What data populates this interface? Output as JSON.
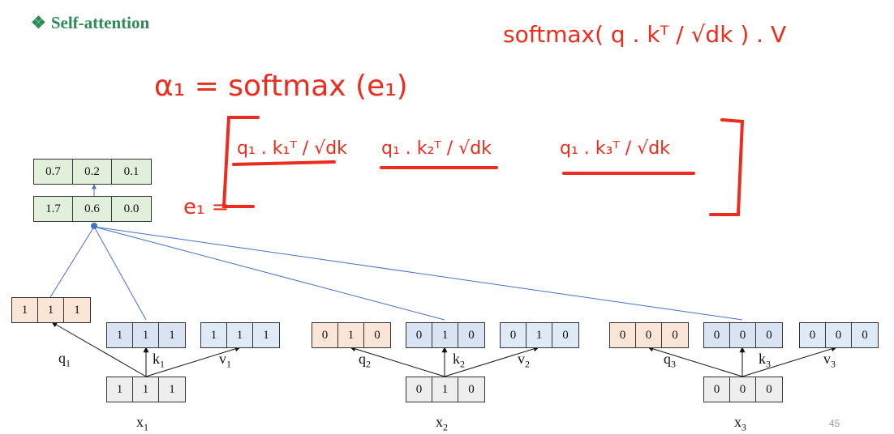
{
  "slide": {
    "title": "Self-attention",
    "bullet_icon": "diamond-bullet-icon",
    "title_color": "#2e8b57",
    "slide_number": "45"
  },
  "colors": {
    "query": "#fbe5d6",
    "key": "#dae3f3",
    "value": "#deebf7",
    "input": "#eeeeee",
    "score": "#e2efda",
    "annotation": "#ea2d1e",
    "connector": "#4472c4"
  },
  "scores": {
    "softmax_values": [
      "0.7",
      "0.2",
      "0.1"
    ],
    "raw_values": [
      "1.7",
      "0.6",
      "0.0"
    ]
  },
  "tokens": [
    {
      "x_label": "x",
      "x_sub": "1",
      "x": [
        "1",
        "1",
        "1"
      ],
      "q": [
        "1",
        "1",
        "1"
      ],
      "q_label": "q",
      "q_sub": "1",
      "k": [
        "1",
        "1",
        "1"
      ],
      "k_label": "k",
      "k_sub": "1",
      "v": [
        "1",
        "1",
        "1"
      ],
      "v_label": "v",
      "v_sub": "1"
    },
    {
      "x_label": "x",
      "x_sub": "2",
      "x": [
        "0",
        "1",
        "0"
      ],
      "q": [
        "0",
        "1",
        "0"
      ],
      "q_label": "q",
      "q_sub": "2",
      "k": [
        "0",
        "1",
        "0"
      ],
      "k_label": "k",
      "k_sub": "2",
      "v": [
        "0",
        "1",
        "0"
      ],
      "v_label": "v",
      "v_sub": "2"
    },
    {
      "x_label": "x",
      "x_sub": "3",
      "x": [
        "0",
        "0",
        "0"
      ],
      "q": [
        "0",
        "0",
        "0"
      ],
      "q_label": "q",
      "q_sub": "3",
      "k": [
        "0",
        "0",
        "0"
      ],
      "k_label": "k",
      "k_sub": "3",
      "v": [
        "0",
        "0",
        "0"
      ],
      "v_label": "v",
      "v_sub": "3"
    }
  ],
  "annotations": {
    "top_formula": "softmax( q . kᵀ / √dk ) . V",
    "alpha_line": "α₁ = softmax (e₁)",
    "e_label": "e₁ =",
    "term_1": "q₁ . k₁ᵀ / √dk",
    "term_2": "q₁ . k₂ᵀ / √dk",
    "term_3": "q₁ . k₃ᵀ / √dk"
  }
}
